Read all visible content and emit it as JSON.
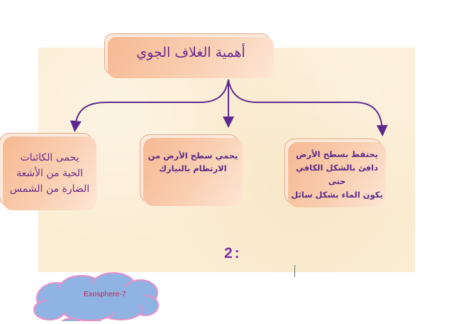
{
  "diagram": {
    "title": "أهمية الغلاف الجوي",
    "nodes": [
      {
        "id": "left",
        "lines": [
          "يحمى الكائنات",
          "الحية من الأشعة",
          "الضارة من الشمس"
        ]
      },
      {
        "id": "middle",
        "lines": [
          "يحمي سطح الأرض من",
          "الارتطام بالنيازك"
        ]
      },
      {
        "id": "right",
        "lines": [
          "يحتفظ بسطح الأرض",
          "دافئ بالشكل الكافي حتى",
          "يكون الماء بشكل سائل"
        ]
      }
    ],
    "page_number": "2:",
    "cloud_label": "Exosphere-7"
  },
  "colors": {
    "panel_bg": "#fbedd3",
    "box_fill": "#f9cfb2",
    "arrow": "#5c2a8e",
    "title_text": "#6b2a8c",
    "cloud_fill": "#8fb3e3",
    "cloud_outline": "#e98fc8",
    "cloud_text": "#c0285a"
  }
}
